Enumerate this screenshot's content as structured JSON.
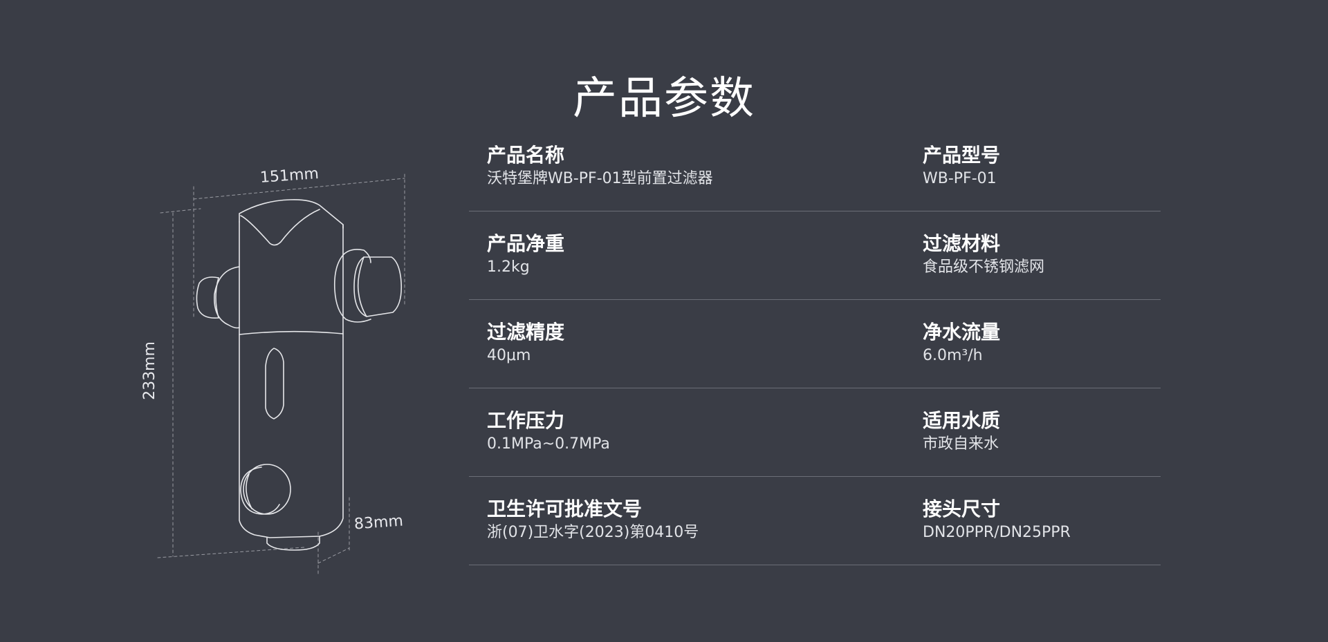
{
  "title": "产品参数",
  "dimensions": {
    "width": "151mm",
    "height": "233mm",
    "depth": "83mm"
  },
  "specs": [
    {
      "left": {
        "label": "产品名称",
        "value": "沃特堡牌WB-PF-01型前置过滤器"
      },
      "right": {
        "label": "产品型号",
        "value": "WB-PF-01"
      }
    },
    {
      "left": {
        "label": "产品净重",
        "value": "1.2kg"
      },
      "right": {
        "label": "过滤材料",
        "value": "食品级不锈钢滤网"
      }
    },
    {
      "left": {
        "label": "过滤精度",
        "value": "40μm"
      },
      "right": {
        "label": "净水流量",
        "value": "6.0m³/h"
      }
    },
    {
      "left": {
        "label": "工作压力",
        "value": "0.1MPa~0.7MPa"
      },
      "right": {
        "label": "适用水质",
        "value": "市政自来水"
      }
    },
    {
      "left": {
        "label": "卫生许可批准文号",
        "value": "浙(07)卫水字(2023)第0410号"
      },
      "right": {
        "label": "接头尺寸",
        "value": "DN20PPR/DN25PPR"
      }
    }
  ],
  "colors": {
    "background": "#3a3d46",
    "text": "#ffffff",
    "divider": "#6b6e77"
  }
}
